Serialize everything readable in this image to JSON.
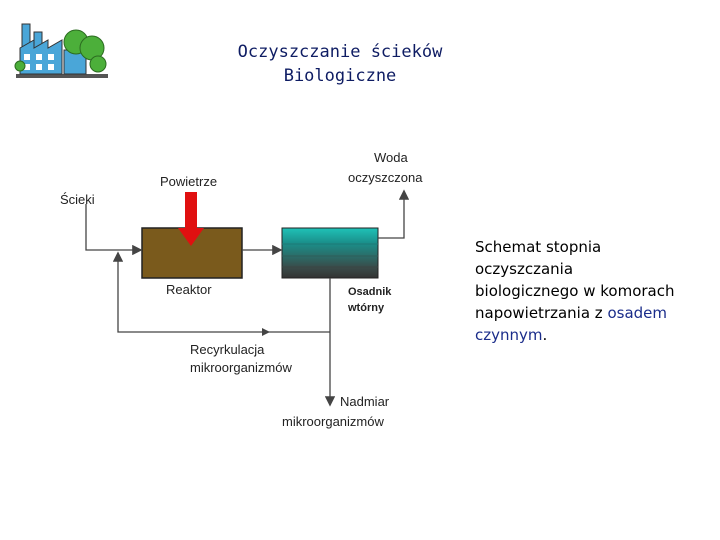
{
  "header": {
    "title_line1": "Oczyszczanie ścieków",
    "title_line2": "Biologiczne"
  },
  "logo": {
    "icon": "factory-with-trees-icon"
  },
  "diagram": {
    "inlet_label": "Ścieki",
    "air_label": "Powietrze",
    "water_label_line1": "Woda",
    "water_label_line2": "oczyszczona",
    "reactor_label": "Reaktor",
    "settler_label_line1": "Osadnik",
    "settler_label_line2": "wtórny",
    "recycle_label_line1": "Recyrkulacja",
    "recycle_label_line2": "mikroorganizmów",
    "excess_label_line1": "Nadmiar",
    "excess_label_line2": "mikroorganizmów"
  },
  "description": {
    "text_part1": "Schemat stopnia oczyszczania biologicznego w komorach napowietrzania z ",
    "highlight": "osadem czynnym",
    "text_part2": "."
  },
  "colors": {
    "reactor": "#7a5a1c",
    "air_arrow": "#e01010",
    "settler_top": "#2ab8b0",
    "settler_bottom": "#3a3a3a",
    "title": "#0e1c63"
  }
}
